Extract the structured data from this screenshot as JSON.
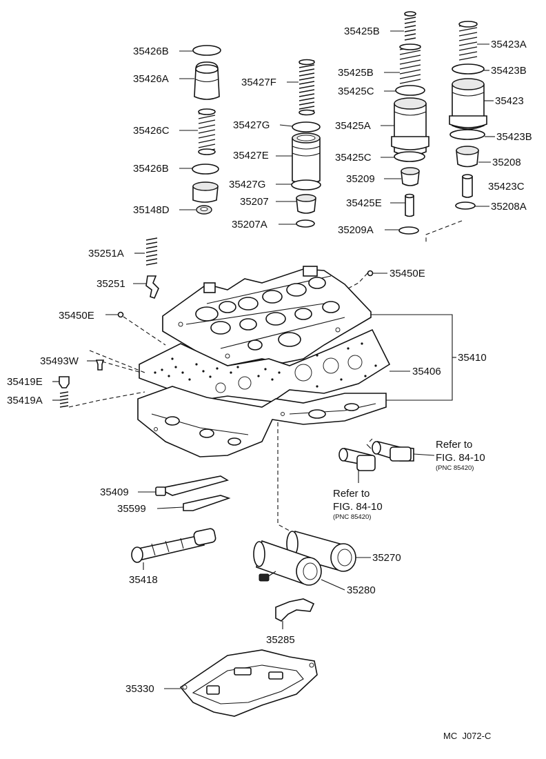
{
  "parts": {
    "p35426B_top": "35426B",
    "p35426A": "35426A",
    "p35426C": "35426C",
    "p35426B_bot": "35426B",
    "p35148D": "35148D",
    "p35427F": "35427F",
    "p35427G_top": "35427G",
    "p35427E": "35427E",
    "p35427G_bot": "35427G",
    "p35207": "35207",
    "p35207A": "35207A",
    "p35425B_top": "35425B",
    "p35425B_mid": "35425B",
    "p35425C_top": "35425C",
    "p35425A": "35425A",
    "p35425C_bot": "35425C",
    "p35209": "35209",
    "p35425E": "35425E",
    "p35209A": "35209A",
    "p35423A": "35423A",
    "p35423B_top": "35423B",
    "p35423": "35423",
    "p35423B_bot": "35423B",
    "p35208": "35208",
    "p35423C": "35423C",
    "p35208A": "35208A",
    "p35251A": "35251A",
    "p35251": "35251",
    "p35450E_right": "35450E",
    "p35450E_left": "35450E",
    "p35493W": "35493W",
    "p35419E": "35419E",
    "p35419A": "35419A",
    "p35406": "35406",
    "p35410": "35410",
    "p35409": "35409",
    "p35599": "35599",
    "p35418": "35418",
    "p35270": "35270",
    "p35280": "35280",
    "p35285": "35285",
    "p35330": "35330"
  },
  "references": {
    "right_refer": "Refer to",
    "right_fig": "FIG. 84-10",
    "right_pnc": "(PNC 85420)",
    "lower_refer": "Refer to",
    "lower_fig": "FIG. 84-10",
    "lower_pnc": "(PNC 85420)"
  },
  "figure_code": "MC  J072-C"
}
